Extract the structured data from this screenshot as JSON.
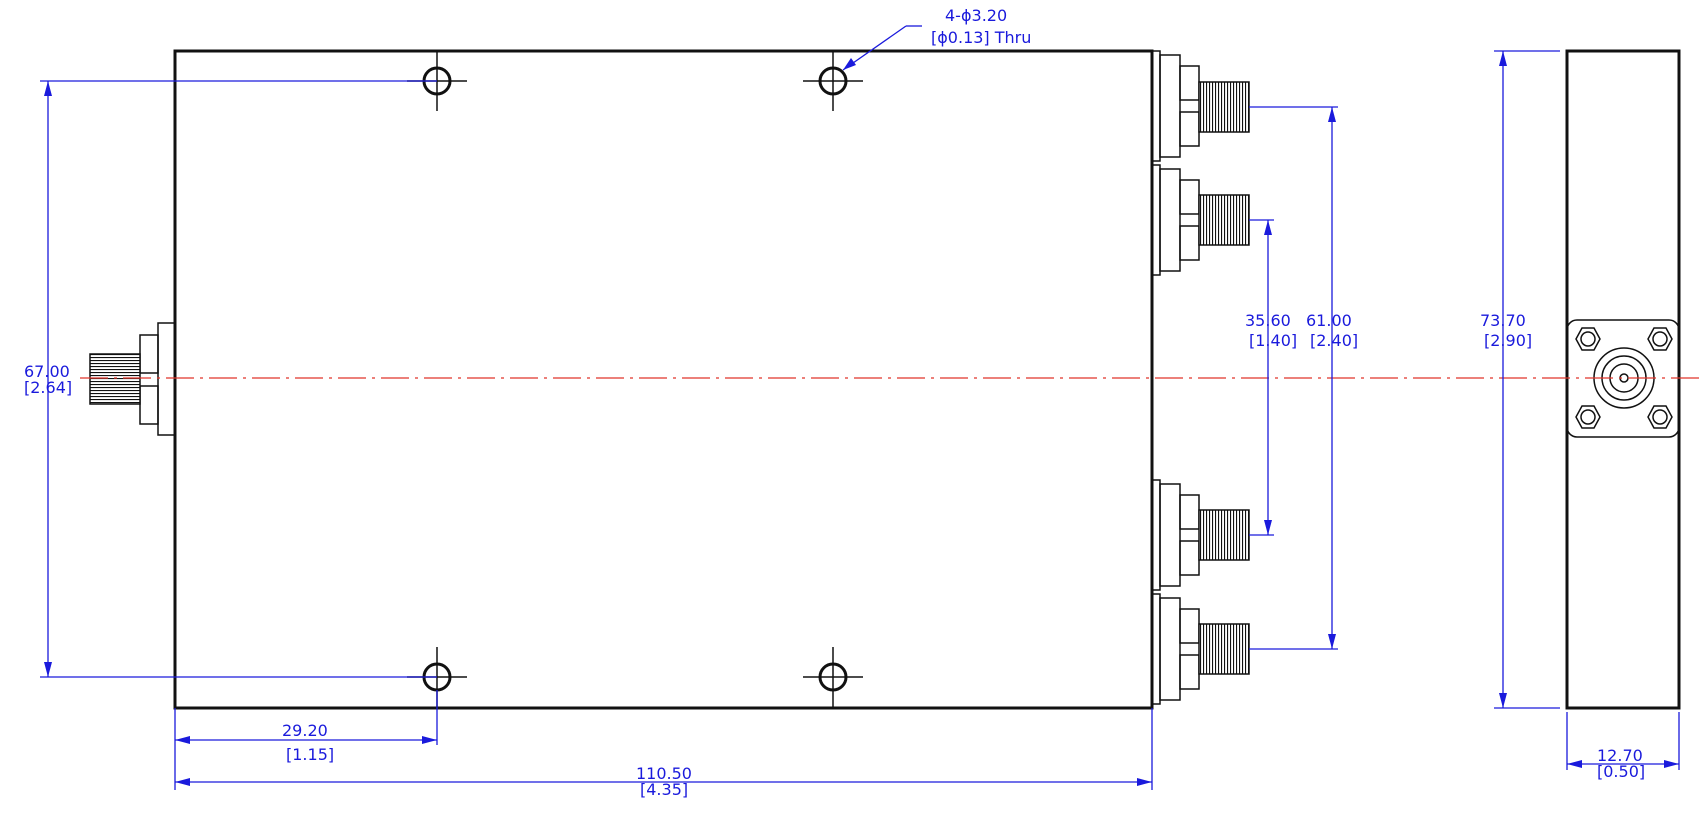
{
  "colors": {
    "outline": "#111111",
    "dimension": "#1a1adc",
    "centerline": "#e0352b",
    "background": "#ffffff"
  },
  "callout": {
    "hole_spec": "4-ϕ3.20",
    "hole_spec_inch": "[ϕ0.13] Thru"
  },
  "dimensions": {
    "height_left": {
      "mm": "67.00",
      "inch": "[2.64]"
    },
    "hole_offset_x": {
      "mm": "29.20",
      "inch": "[1.15]"
    },
    "length": {
      "mm": "110.50",
      "inch": "[4.35]"
    },
    "port_inner_spacing": {
      "mm": "35.60",
      "inch": "[1.40]"
    },
    "port_outer_spacing": {
      "mm": "61.00",
      "inch": "[2.40]"
    },
    "side_height": {
      "mm": "73.70",
      "inch": "[2.90]"
    },
    "side_thickness": {
      "mm": "12.70",
      "inch": "[0.50]"
    }
  }
}
